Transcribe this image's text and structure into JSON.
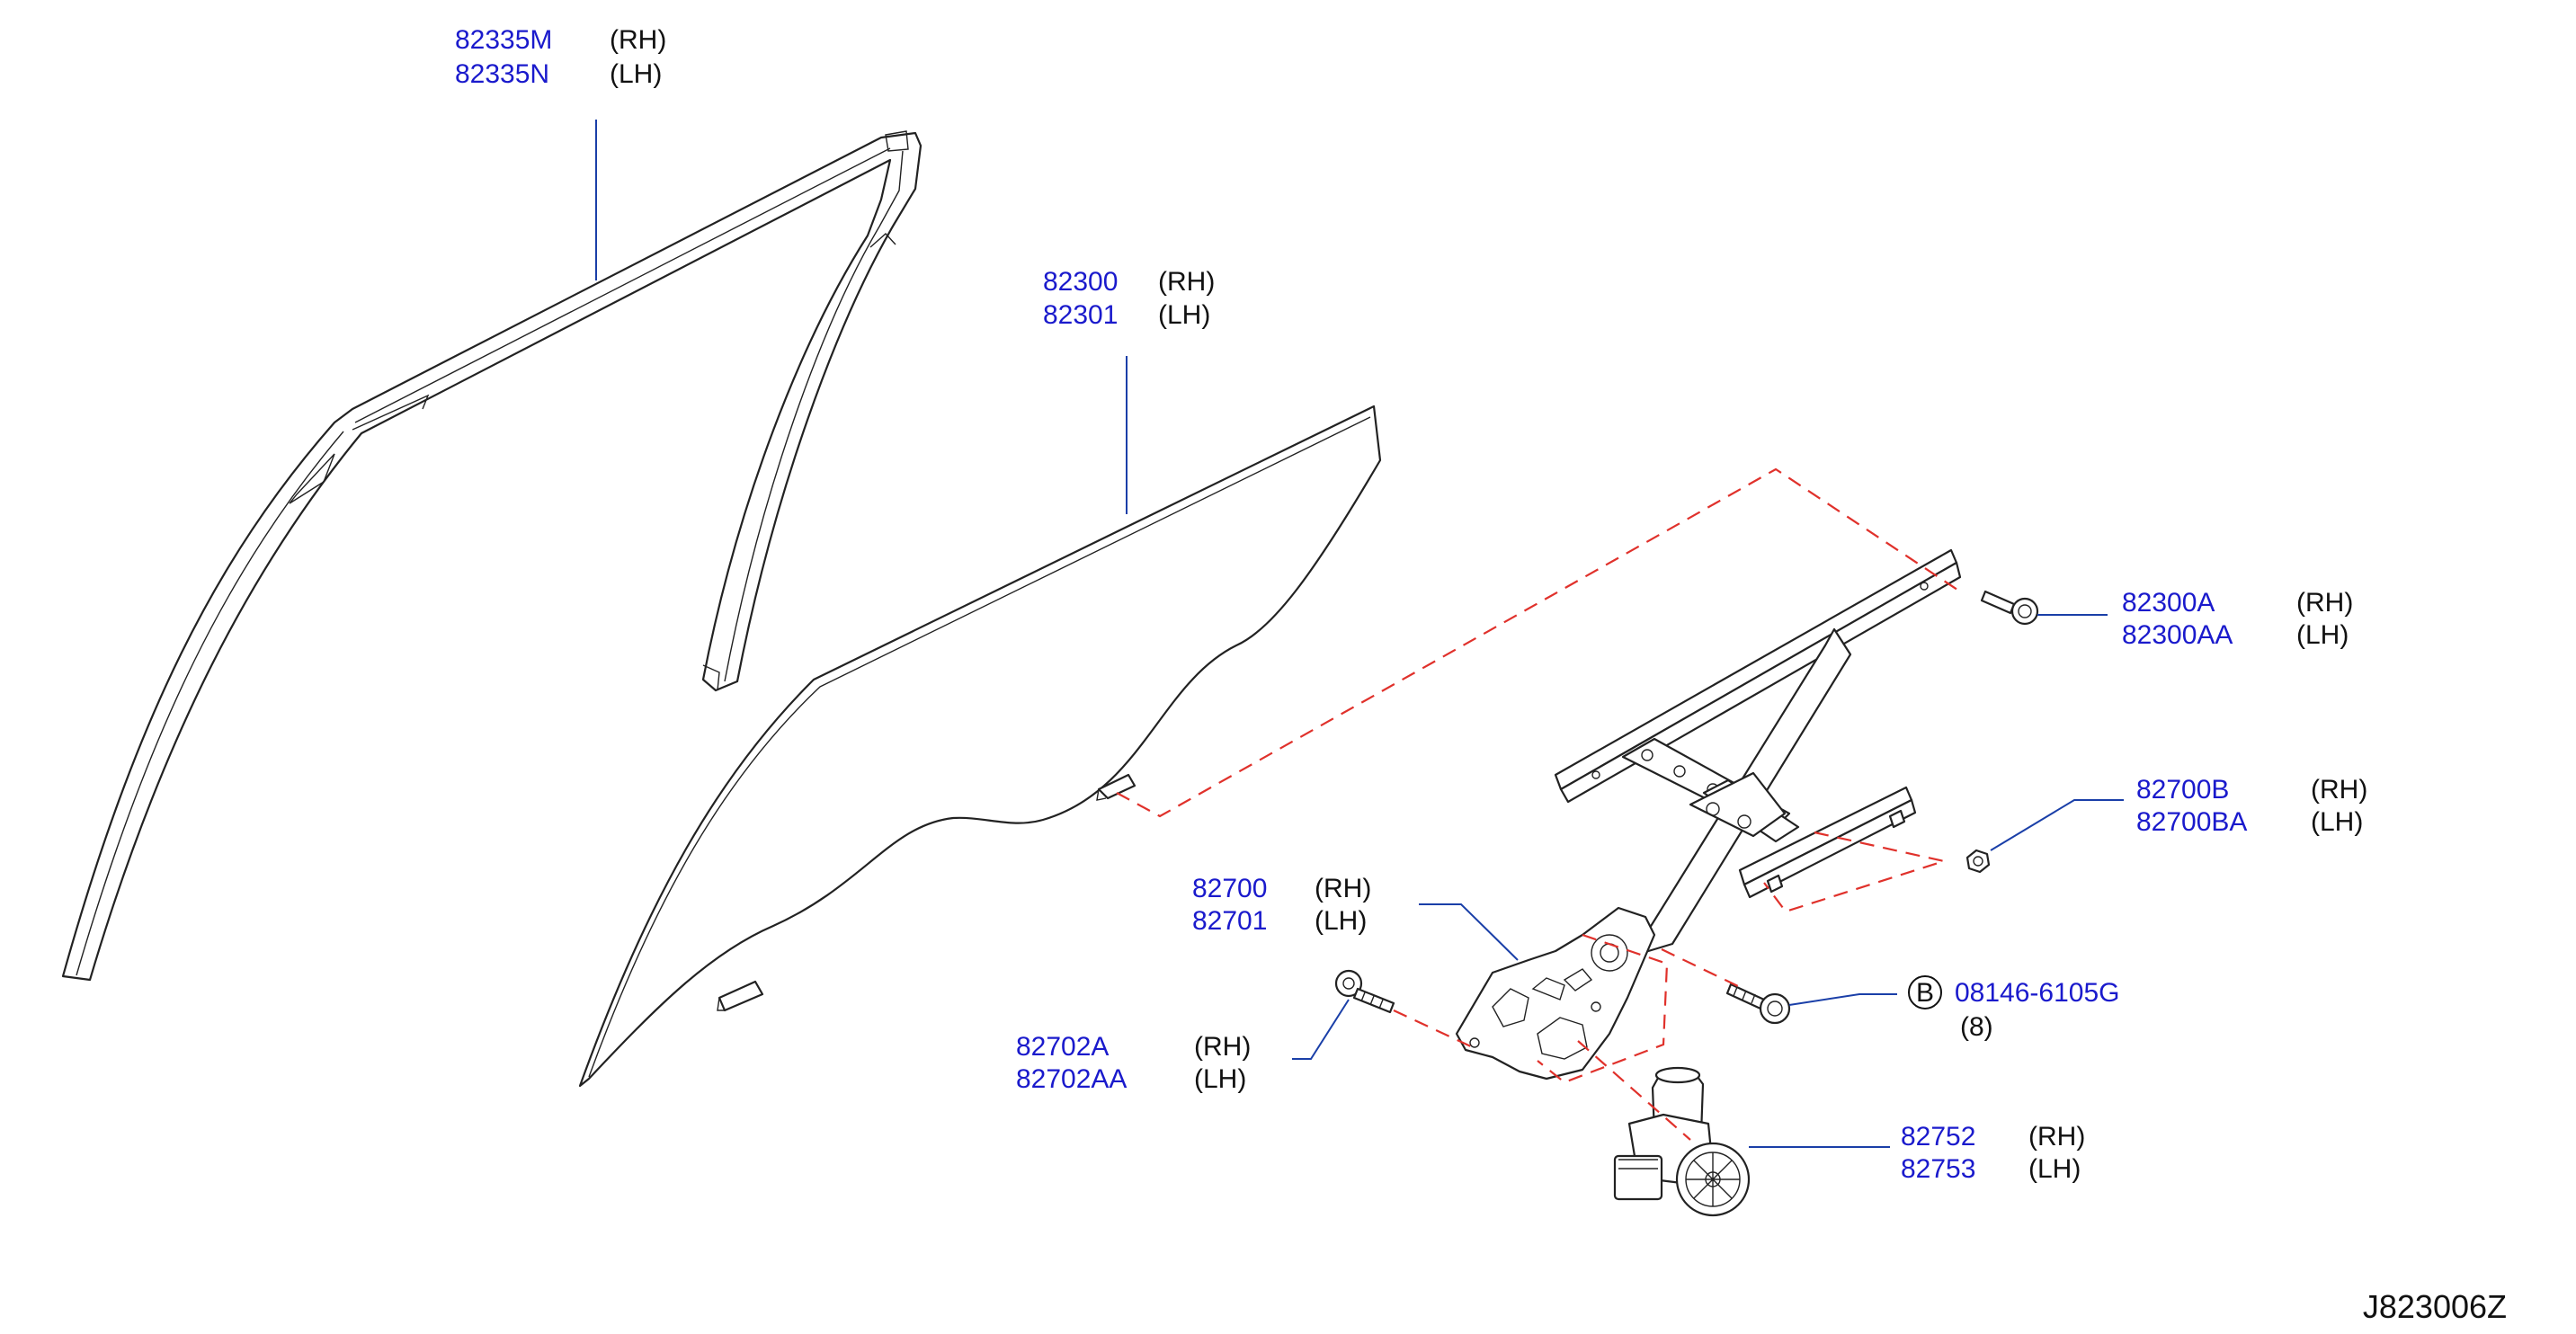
{
  "callouts": [
    {
      "part": "82335M",
      "side": "(RH)"
    },
    {
      "part": "82335N",
      "side": "(LH)"
    },
    {
      "part": "82300",
      "side": "(RH)"
    },
    {
      "part": "82301",
      "side": "(LH)"
    },
    {
      "part": "82300A",
      "side": "(RH)"
    },
    {
      "part": "82300AA",
      "side": "(LH)"
    },
    {
      "part": "82700B",
      "side": "(RH)"
    },
    {
      "part": "82700BA",
      "side": "(LH)"
    },
    {
      "part": "82700",
      "side": "(RH)"
    },
    {
      "part": "82701",
      "side": "(LH)"
    },
    {
      "part": "82702A",
      "side": "(RH)"
    },
    {
      "part": "82702AA",
      "side": "(LH)"
    },
    {
      "part": "82752",
      "side": "(RH)"
    },
    {
      "part": "82753",
      "side": "(LH)"
    }
  ],
  "bolt_callout": {
    "marker": "B",
    "part": "08146-6105G",
    "qty": "(8)"
  },
  "diagram_code": "J823006Z"
}
